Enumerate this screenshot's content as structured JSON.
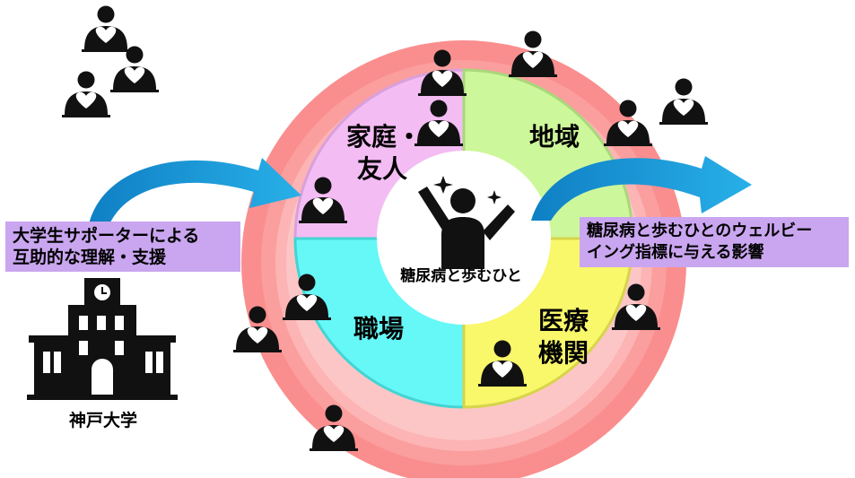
{
  "left_box": {
    "lines": [
      "大学生サポーターによる",
      "互助的な理解・支援"
    ]
  },
  "right_box": {
    "lines": [
      "糖尿病と歩むひとのウェルビー",
      "イング指標に与える影響"
    ]
  },
  "segments": {
    "family": [
      "家庭・",
      "友人"
    ],
    "region": [
      "地域"
    ],
    "work": [
      "職場"
    ],
    "medical": [
      "医療",
      "機関"
    ]
  },
  "center_label": "糖尿病と歩むひと",
  "university_label": "神戸大学",
  "colors": {
    "outer_ring": "#fa8e8e",
    "ring_light": "#fcc4c4",
    "family": "#f3bcf3",
    "region": "#cdf79b",
    "work": "#66f7f7",
    "medical": "#f9f76a",
    "arrow": "#1a8fd0",
    "box": "#c9a6ef"
  },
  "icons": {
    "person": "person-hugging-heart-icon",
    "center": "person-celebrating-icon",
    "building": "university-building-icon"
  }
}
